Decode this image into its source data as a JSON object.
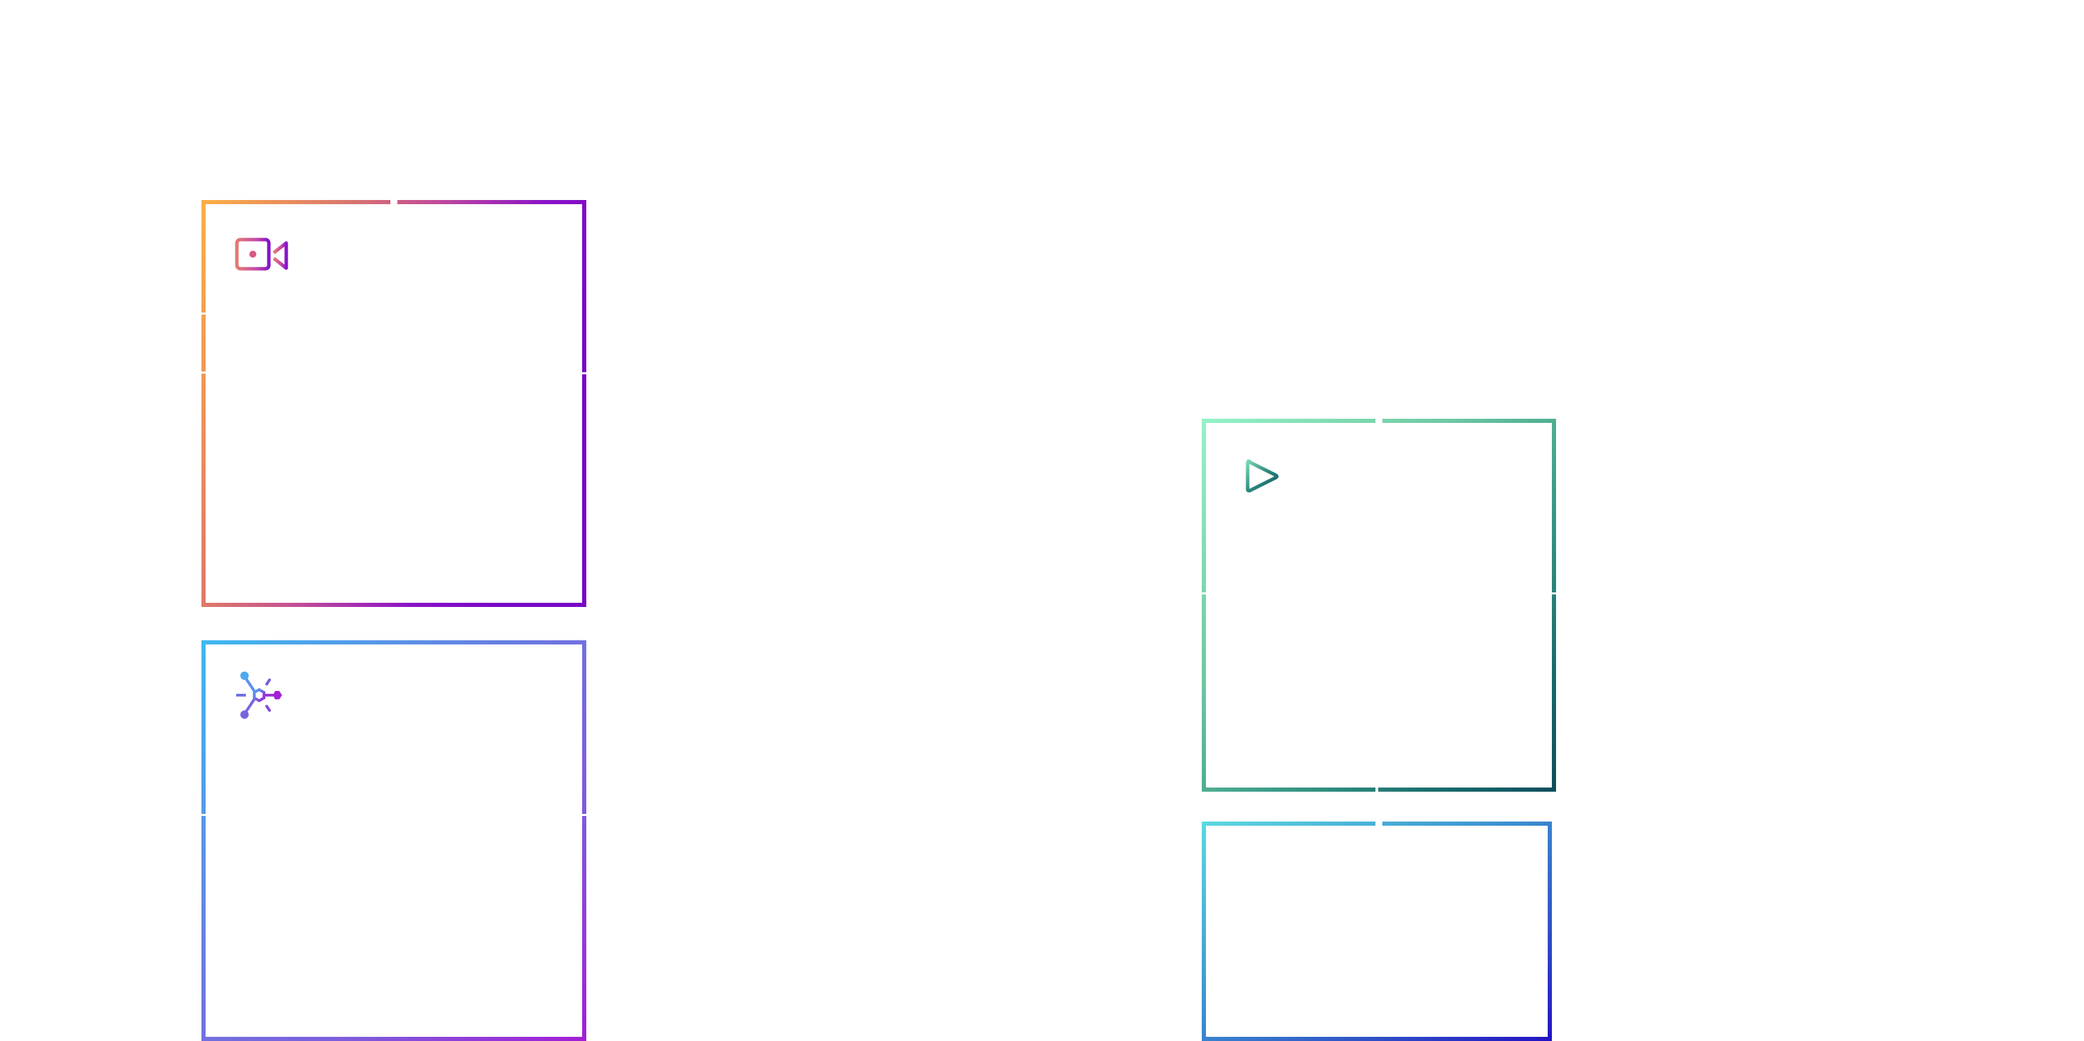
{
  "colors": {
    "card_a_gradient": [
      "#fcae46",
      "#d9736f",
      "#bf4a9b",
      "#8a12c8",
      "#7707c6"
    ],
    "card_b_gradient": [
      "#3fb8f0",
      "#6e76e0",
      "#7f5bdc",
      "#a21fd6"
    ],
    "card_c_gradient": [
      "#94f2c5",
      "#6ec8a3",
      "#3a9c88",
      "#17696a",
      "#0e4e5e"
    ],
    "card_d_gradient": [
      "#5ad8e0",
      "#3a8ed0",
      "#2f4fc6",
      "#2414c4"
    ],
    "background": "#ffffff"
  },
  "cards": [
    {
      "id": "card-a",
      "icon": "video-camera-icon"
    },
    {
      "id": "card-b",
      "icon": "molecule-network-icon"
    },
    {
      "id": "card-c",
      "icon": "play-icon"
    },
    {
      "id": "card-d",
      "icon": "signal-bars-icon"
    }
  ]
}
